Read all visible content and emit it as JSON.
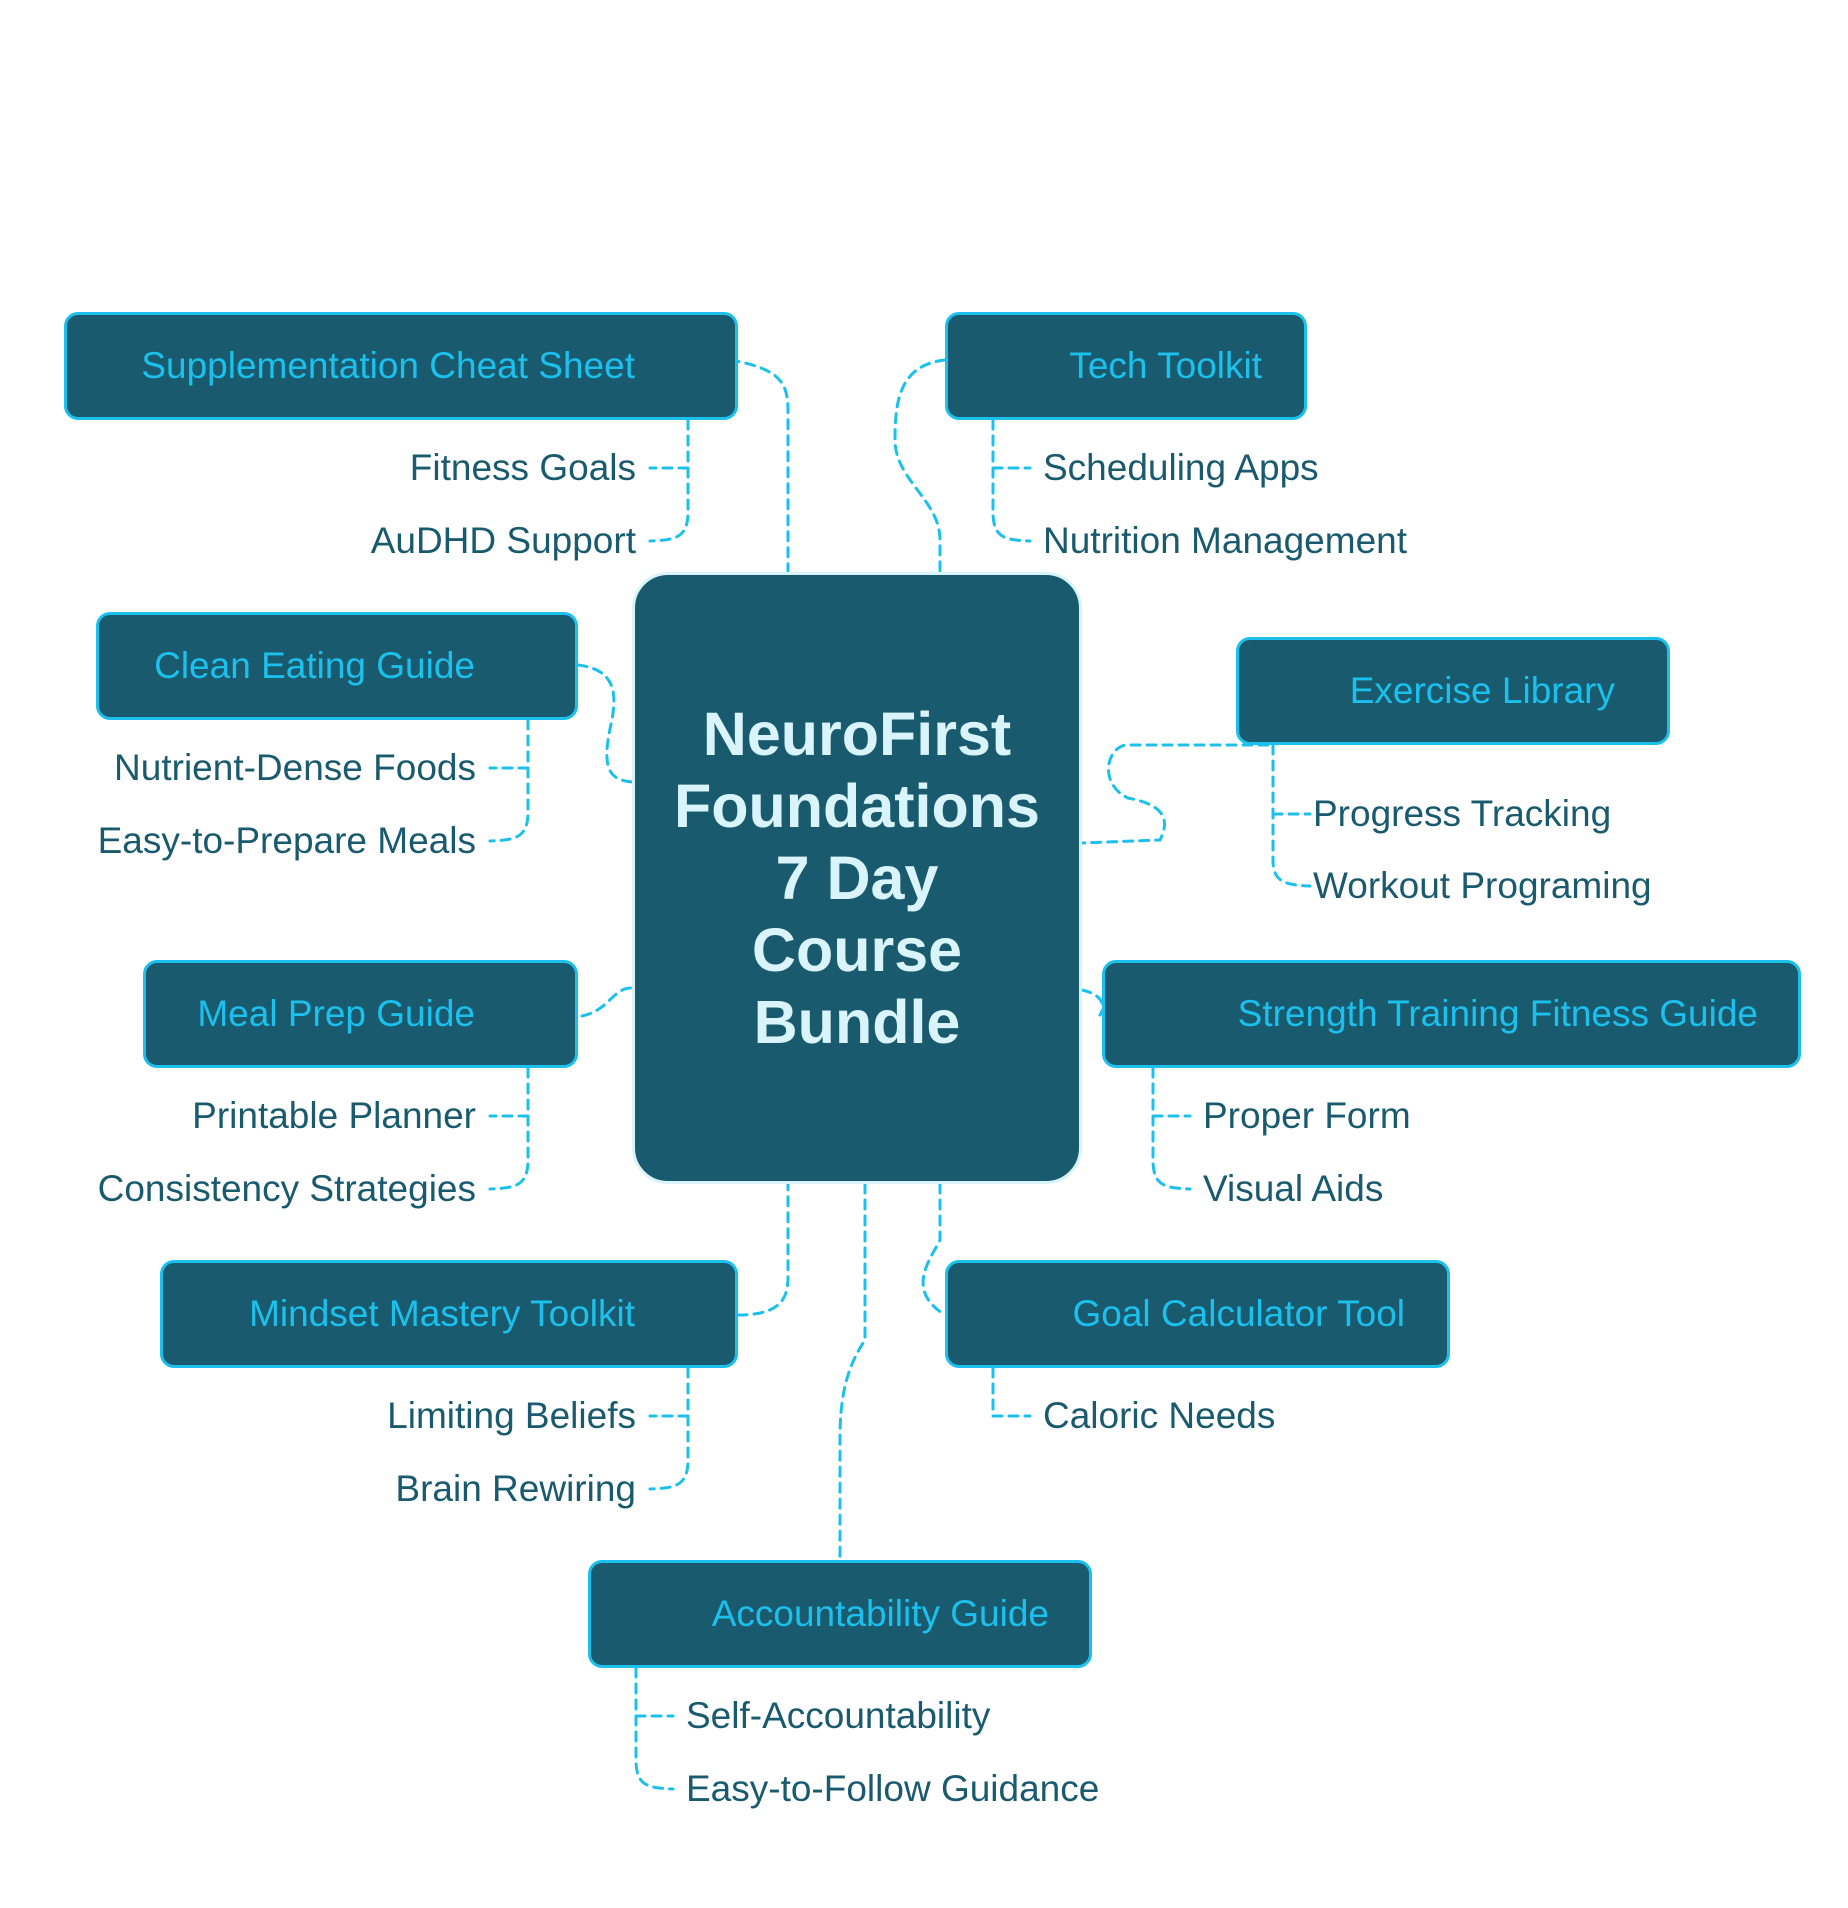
{
  "center": {
    "title": "NeuroFirst\nFoundations\n7 Day\nCourse\nBundle"
  },
  "colors": {
    "node_fill": "#1a5a6e",
    "accent": "#1cc0ec",
    "leaf_text": "#1a5a6e",
    "background": "#ffffff"
  },
  "topics": [
    {
      "id": "supplementation",
      "label": "Supplementation Cheat Sheet",
      "items": [
        "Fitness Goals",
        "AuDHD Support"
      ]
    },
    {
      "id": "tech",
      "label": "Tech Toolkit",
      "items": [
        "Scheduling Apps",
        "Nutrition Management"
      ]
    },
    {
      "id": "clean-eating",
      "label": "Clean Eating Guide",
      "items": [
        "Nutrient-Dense Foods",
        "Easy-to-Prepare Meals"
      ]
    },
    {
      "id": "exercise",
      "label": "Exercise Library",
      "items": [
        "Progress Tracking",
        "Workout Programing"
      ]
    },
    {
      "id": "meal-prep",
      "label": "Meal Prep Guide",
      "items": [
        "Printable Planner",
        "Consistency Strategies"
      ]
    },
    {
      "id": "strength",
      "label": "Strength Training Fitness Guide",
      "items": [
        "Proper Form",
        "Visual Aids"
      ]
    },
    {
      "id": "mindset",
      "label": "Mindset Mastery Toolkit",
      "items": [
        "Limiting Beliefs",
        "Brain Rewiring"
      ]
    },
    {
      "id": "goal",
      "label": "Goal Calculator Tool",
      "items": [
        "Caloric Needs"
      ]
    },
    {
      "id": "accountability",
      "label": "Accountability Guide",
      "items": [
        "Self-Accountability",
        "Easy-to-Follow Guidance"
      ]
    }
  ]
}
